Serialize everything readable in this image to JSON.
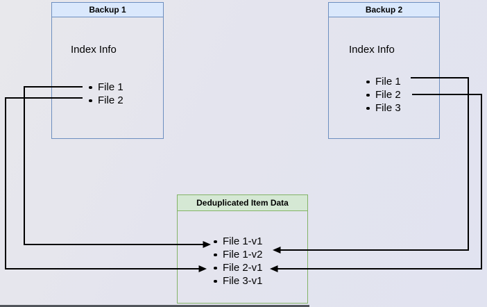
{
  "diagram": {
    "kind": "backup-deduplication-diagram",
    "colors": {
      "background": "#e4e4ee",
      "blue_box_border": "#6c8ebf",
      "blue_box_header_fill": "#dae8fc",
      "green_box_border": "#82b366",
      "green_box_header_fill": "#d5e8d4",
      "connector_line": "#000000"
    },
    "boxes": {
      "backup1": {
        "title": "Backup 1",
        "subtitle": "Index Info",
        "items": [
          "File 1",
          "File 2"
        ]
      },
      "backup2": {
        "title": "Backup 2",
        "subtitle": "Index Info",
        "items": [
          "File 1",
          "File 2",
          "File 3"
        ]
      },
      "dedup": {
        "title": "Deduplicated Item Data",
        "items": [
          "File 1-v1",
          "File 1-v2",
          "File 2-v1",
          "File 3-v1"
        ]
      }
    },
    "connections": [
      {
        "from": "Backup 1 / File 1",
        "to": "File 1-v1",
        "route": "left"
      },
      {
        "from": "Backup 1 / File 2",
        "to": "File 2-v1",
        "route": "left"
      },
      {
        "from": "Backup 2 / File 1",
        "to": "File 1-v2",
        "route": "right"
      },
      {
        "from": "Backup 2 / File 2",
        "to": "File 2-v1",
        "route": "right"
      }
    ]
  }
}
